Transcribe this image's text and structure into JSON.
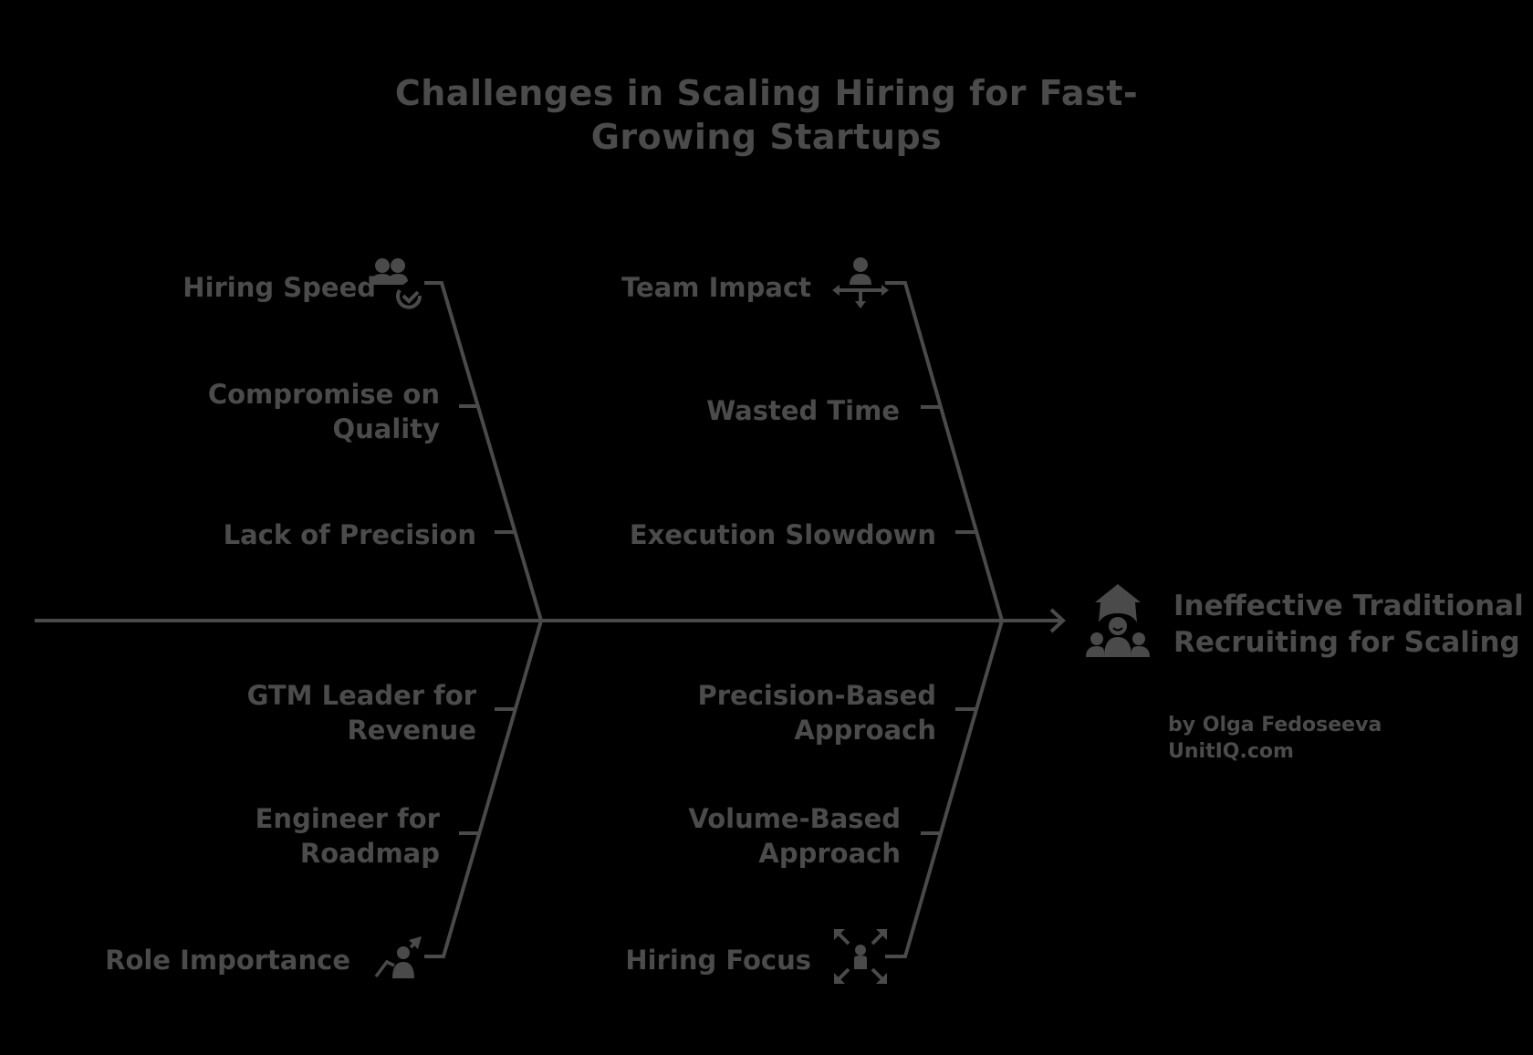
{
  "title": {
    "line1": "Challenges in Scaling Hiring for Fast-",
    "line2": "Growing Startups"
  },
  "effect": {
    "line1": "Ineffective Traditional",
    "line2": "Recruiting for Scaling",
    "icon": "team-growth-icon"
  },
  "author": {
    "line1": "by Olga Fedoseeva",
    "line2": "UnitIQ.com"
  },
  "categories": [
    {
      "name": "Hiring Speed",
      "icon": "team-check-icon",
      "position": "top-left",
      "causes": [
        {
          "line1": "Compromise on",
          "line2": "Quality"
        },
        {
          "line1": "Lack of Precision",
          "line2": ""
        }
      ]
    },
    {
      "name": "Team Impact",
      "icon": "person-arrows-icon",
      "position": "top-right",
      "causes": [
        {
          "line1": "Wasted Time",
          "line2": ""
        },
        {
          "line1": "Execution Slowdown",
          "line2": ""
        }
      ]
    },
    {
      "name": "Role Importance",
      "icon": "person-growth-icon",
      "position": "bottom-left",
      "causes": [
        {
          "line1": "GTM Leader for",
          "line2": "Revenue"
        },
        {
          "line1": "Engineer for",
          "line2": "Roadmap"
        }
      ]
    },
    {
      "name": "Hiring Focus",
      "icon": "focus-person-icon",
      "position": "bottom-right",
      "causes": [
        {
          "line1": "Precision-Based",
          "line2": "Approach"
        },
        {
          "line1": "Volume-Based",
          "line2": "Approach"
        }
      ]
    }
  ],
  "colors": {
    "background": "#000000",
    "stroke": "#4a4a4a",
    "text": "#4b4b4b"
  }
}
